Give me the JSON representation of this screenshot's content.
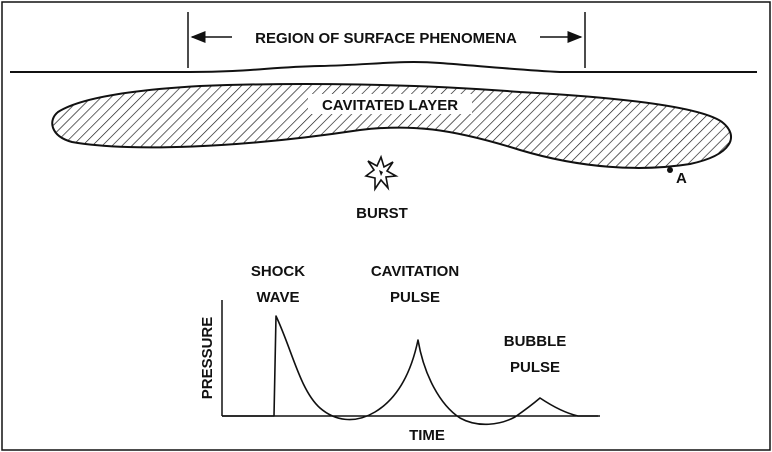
{
  "diagram": {
    "region_label": "REGION OF SURFACE PHENOMENA",
    "cavitated_label": "CAVITATED LAYER",
    "burst_label": "BURST",
    "point_label": "A",
    "ink_color": "#111111",
    "background_color": "#ffffff"
  },
  "graph": {
    "shock_label_line1": "SHOCK",
    "shock_label_line2": "WAVE",
    "cavitation_label_line1": "CAVITATION",
    "cavitation_label_line2": "PULSE",
    "bubble_label_line1": "BUBBLE",
    "bubble_label_line2": "PULSE",
    "y_axis_label": "PRESSURE",
    "x_axis_label": "TIME"
  }
}
